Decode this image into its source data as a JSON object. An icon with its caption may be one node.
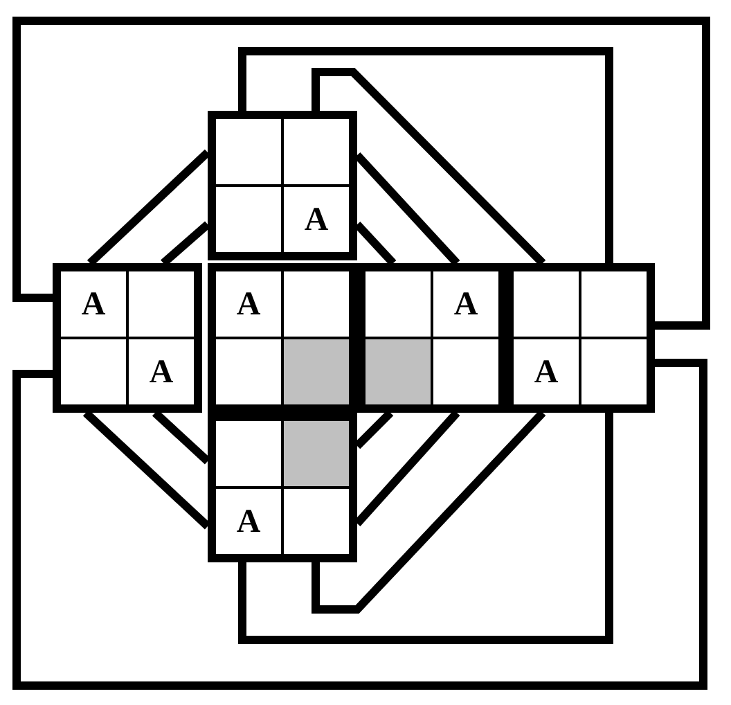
{
  "diagram": {
    "nodes": [
      {
        "text": [
          "A"
        ]
      },
      {
        "text": [
          "A",
          "A"
        ]
      },
      {
        "text": [
          "A"
        ]
      },
      {
        "text": [
          "A"
        ]
      },
      {
        "text": [
          "A"
        ]
      },
      {
        "text": [
          "A"
        ]
      }
    ],
    "edges": [
      {
        "from": 1,
        "to": 4,
        "arrow": "none"
      },
      {
        "from": 0,
        "to": 4,
        "arrow": "none"
      },
      {
        "from": 0,
        "to": 4,
        "arrow": "none"
      },
      {
        "from": 0,
        "to": 1,
        "arrow": "none"
      },
      {
        "from": 0,
        "to": 1,
        "arrow": "none"
      },
      {
        "from": 0,
        "to": 3,
        "arrow": "none"
      },
      {
        "from": 0,
        "to": 3,
        "arrow": "none"
      },
      {
        "from": 1,
        "to": 5,
        "arrow": "none"
      },
      {
        "from": 1,
        "to": 5,
        "arrow": "none"
      },
      {
        "from": 5,
        "to": 3,
        "arrow": "none"
      },
      {
        "from": 5,
        "to": 3,
        "arrow": "none"
      },
      {
        "from": 5,
        "to": 4,
        "arrow": "none"
      },
      {
        "from": 5,
        "to": 4,
        "arrow": "none"
      },
      {
        "from": 1,
        "to": 4,
        "arrow": "none"
      }
    ]
  }
}
